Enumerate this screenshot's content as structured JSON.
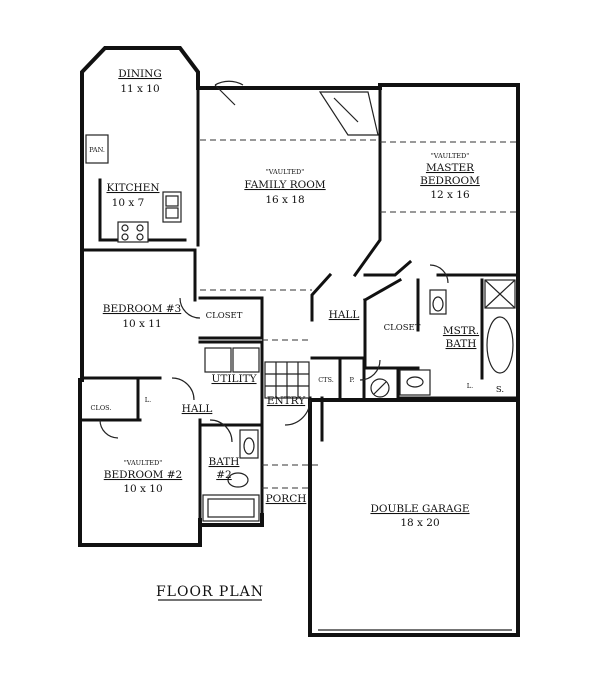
{
  "plan_title": "FLOOR PLAN",
  "rooms": {
    "dining": {
      "name": "DINING",
      "dims": "11 x 10"
    },
    "pantry": {
      "name": "PAN."
    },
    "kitchen": {
      "name": "KITCHEN",
      "dims": "10 x 7"
    },
    "family": {
      "note": "\"VAULTED\"",
      "name": "FAMILY ROOM",
      "dims": "16 x 18"
    },
    "master": {
      "note": "\"VAULTED\"",
      "name1": "MASTER",
      "name2": "BEDROOM",
      "dims": "12 x 16"
    },
    "bedroom3": {
      "name": "BEDROOM #3",
      "dims": "10 x 11"
    },
    "closet3": {
      "name": "CLOSET"
    },
    "utility": {
      "name": "UTILITY"
    },
    "hall_upper": {
      "name": "HALL"
    },
    "closet_master": {
      "name": "CLOSET"
    },
    "master_bath": {
      "name1": "MSTR.",
      "name2": "BATH"
    },
    "cts": {
      "name": "CTS."
    },
    "p": {
      "name": "P."
    },
    "linen1": {
      "name": "L."
    },
    "linen2": {
      "name": "L."
    },
    "s": {
      "name": "S."
    },
    "clos": {
      "name": "CLOS."
    },
    "hall_lower": {
      "name": "HALL"
    },
    "entry": {
      "name": "ENTRY"
    },
    "bedroom2": {
      "note": "\"VAULTED\"",
      "name": "BEDROOM #2",
      "dims": "10 x 10"
    },
    "bath2": {
      "name1": "BATH",
      "name2": "#2"
    },
    "porch": {
      "name": "PORCH"
    },
    "garage": {
      "name": "DOUBLE GARAGE",
      "dims": "18 x 20"
    }
  }
}
